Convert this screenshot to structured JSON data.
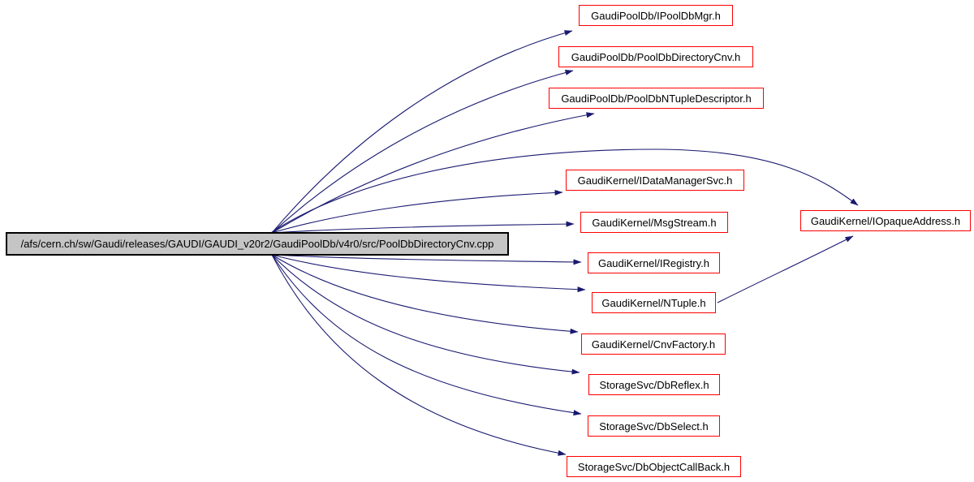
{
  "diagram": {
    "kind": "doxygen-include-graph",
    "colors": {
      "background": "#ffffff",
      "edge": "#191970",
      "header_node_border": "#ff0000",
      "header_node_fill": "#ffffff",
      "source_node_border": "#000000",
      "source_node_fill": "#c5c5c5",
      "text": "#000000"
    },
    "nodes": [
      {
        "id": "main",
        "label": "/afs/cern.ch/sw/Gaudi/releases/GAUDI/GAUDI_v20r2/GaudiPoolDb/v4r0/src/PoolDbDirectoryCnv.cpp",
        "kind": "source"
      },
      {
        "id": "ipooldbmgr",
        "label": "GaudiPoolDb/IPoolDbMgr.h",
        "kind": "header"
      },
      {
        "id": "pooldbdirectorycnv",
        "label": "GaudiPoolDb/PoolDbDirectoryCnv.h",
        "kind": "header"
      },
      {
        "id": "pooldbntupledescriptor",
        "label": "GaudiPoolDb/PoolDbNTupleDescriptor.h",
        "kind": "header"
      },
      {
        "id": "idatamanagersvc",
        "label": "GaudiKernel/IDataManagerSvc.h",
        "kind": "header"
      },
      {
        "id": "msgstream",
        "label": "GaudiKernel/MsgStream.h",
        "kind": "header"
      },
      {
        "id": "iregistry",
        "label": "GaudiKernel/IRegistry.h",
        "kind": "header"
      },
      {
        "id": "ntuple",
        "label": "GaudiKernel/NTuple.h",
        "kind": "header"
      },
      {
        "id": "cnvfactory",
        "label": "GaudiKernel/CnvFactory.h",
        "kind": "header"
      },
      {
        "id": "dbreflex",
        "label": "StorageSvc/DbReflex.h",
        "kind": "header"
      },
      {
        "id": "dbselect",
        "label": "StorageSvc/DbSelect.h",
        "kind": "header"
      },
      {
        "id": "dbobjectcallback",
        "label": "StorageSvc/DbObjectCallBack.h",
        "kind": "header"
      },
      {
        "id": "iopaqueaddress",
        "label": "GaudiKernel/IOpaqueAddress.h",
        "kind": "header"
      }
    ],
    "edges": [
      {
        "from": "main",
        "to": "ipooldbmgr"
      },
      {
        "from": "main",
        "to": "pooldbdirectorycnv"
      },
      {
        "from": "main",
        "to": "pooldbntupledescriptor"
      },
      {
        "from": "main",
        "to": "idatamanagersvc"
      },
      {
        "from": "main",
        "to": "iopaqueaddress"
      },
      {
        "from": "main",
        "to": "msgstream"
      },
      {
        "from": "main",
        "to": "iregistry"
      },
      {
        "from": "main",
        "to": "ntuple"
      },
      {
        "from": "main",
        "to": "cnvfactory"
      },
      {
        "from": "main",
        "to": "dbreflex"
      },
      {
        "from": "main",
        "to": "dbselect"
      },
      {
        "from": "main",
        "to": "dbobjectcallback"
      },
      {
        "from": "ntuple",
        "to": "iopaqueaddress"
      }
    ]
  }
}
